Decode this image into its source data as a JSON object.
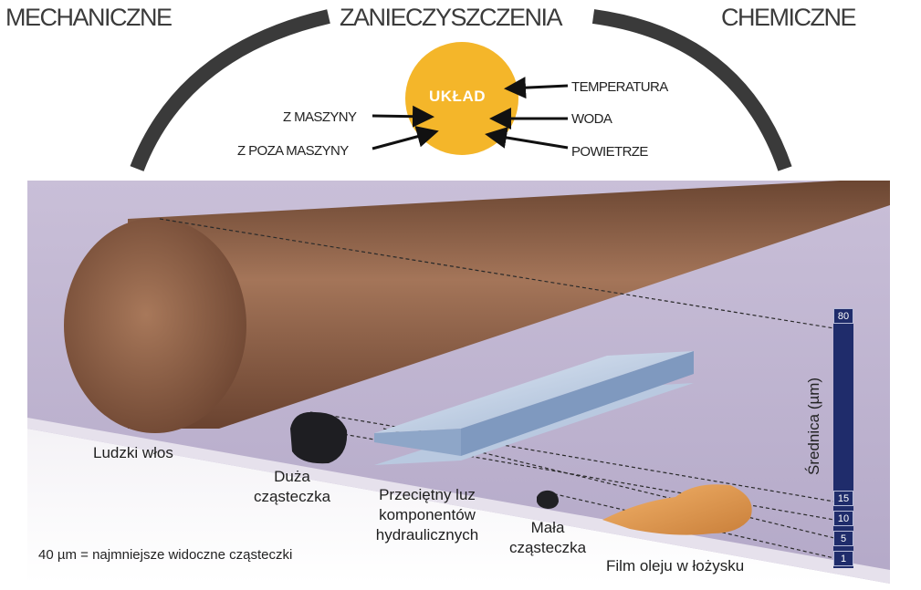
{
  "header": {
    "left_title": "MECHANICZNE",
    "center_title": "ZANIECZYSZCZENIA",
    "right_title": "CHEMICZNE"
  },
  "system": {
    "center_label": "UKŁAD",
    "left_inputs": [
      "Z MASZYNY",
      "Z POZA MASZYNY"
    ],
    "right_inputs": [
      "TEMPERATURA",
      "WODA",
      "POWIETRZE"
    ]
  },
  "objects": {
    "hair": "Ludzki włos",
    "large_particle": [
      "Duża",
      "cząsteczka"
    ],
    "clearance": [
      "Przeciętny luz",
      "komponentów",
      "hydraulicznych"
    ],
    "small_particle": [
      "Mała",
      "cząsteczka"
    ],
    "oil_film": "Film oleju w łożysku"
  },
  "scale": {
    "axis_label": "Średnica (µm)",
    "ticks": [
      "80",
      "15",
      "10",
      "5",
      "1"
    ]
  },
  "footnote": "40 µm = najmniejsze widoczne cząsteczki",
  "colors": {
    "system_circle": "#f4b62a",
    "scale_bar": "#1f2c6b",
    "arcs": "#3a3a3a",
    "background_panel": "#d2c8dc",
    "hair": "#8a5a3b"
  }
}
